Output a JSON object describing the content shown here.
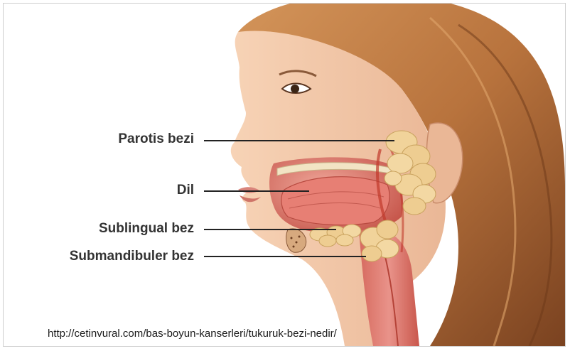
{
  "labels": {
    "parotis": "Parotis bezi",
    "dil": "Dil",
    "sublingual": "Sublingual bez",
    "submandibuler": "Submandibuler bez"
  },
  "source_url": "http://cetinvural.com/bas-boyun-kanserleri/tukuruk-bezi-nedir/",
  "colors": {
    "hair": "#b8733d",
    "skin": "#f3c7a5",
    "gland": "#f1d39a",
    "tissue": "#d9756a",
    "label_text": "#333333"
  }
}
